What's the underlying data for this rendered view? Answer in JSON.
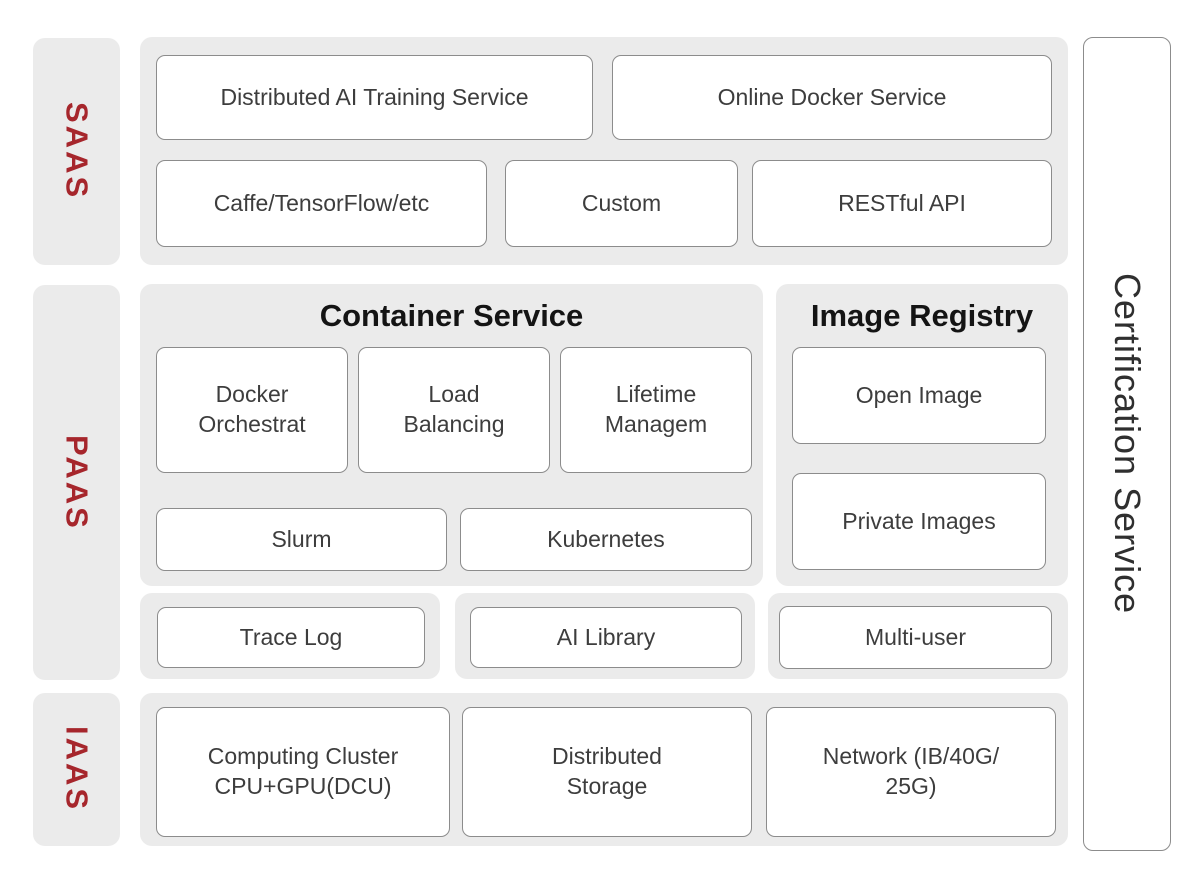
{
  "colors": {
    "accent_red": "#A6262C",
    "panel_gray": "#EBEBEB",
    "box_border": "#8C8C8C",
    "box_text": "#3D3D3D",
    "title_text": "#141414",
    "cert_text": "#2F2F2F"
  },
  "rails": {
    "saas": "SAAS",
    "paas": "PAAS",
    "iaas": "IAAS"
  },
  "certification": {
    "label": "Certification Service"
  },
  "saas": {
    "row1": [
      "Distributed AI Training Service",
      "Online Docker Service"
    ],
    "row2": [
      "Caffe/TensorFlow/etc",
      "Custom",
      "RESTful API"
    ]
  },
  "container_service": {
    "title": "Container Service",
    "features": [
      "Docker\nOrchestrat",
      "Load\nBalancing",
      "Lifetime\nManagem"
    ],
    "schedulers": [
      "Slurm",
      "Kubernetes"
    ]
  },
  "image_registry": {
    "title": "Image Registry",
    "items": [
      "Open Image",
      "Private Images"
    ]
  },
  "paas_tools": [
    "Trace Log",
    "AI Library",
    "Multi-user"
  ],
  "iaas": {
    "resources": [
      "Computing Cluster\nCPU+GPU(DCU)",
      "Distributed\nStorage",
      "Network (IB/40G/\n25G)"
    ]
  }
}
